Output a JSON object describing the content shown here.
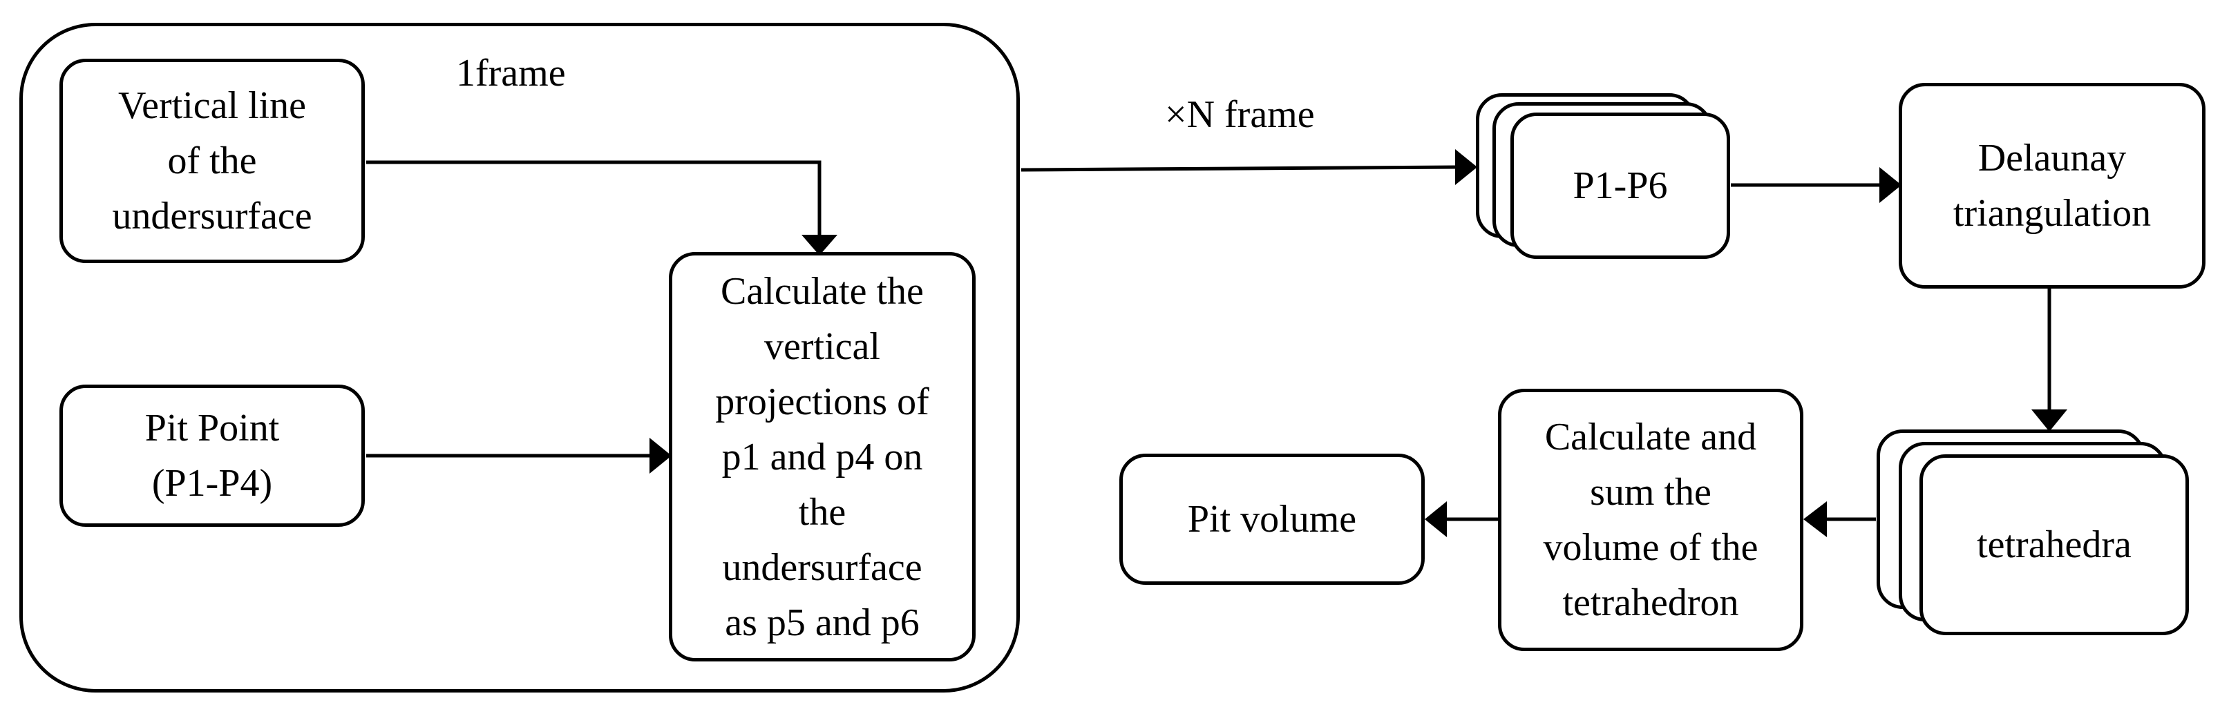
{
  "frame": {
    "label": "1frame"
  },
  "boxes": {
    "vertical_line": "Vertical line\nof the\nundersurface",
    "pit_point": "Pit Point\n(P1-P4)",
    "calculate_projections": "Calculate the\nvertical\nprojections of\np1 and p4 on\nthe\nundersurface\nas p5 and p6",
    "p1_p6": "P1-P6",
    "delaunay": "Delaunay\ntriangulation",
    "tetrahedra": "tetrahedra",
    "sum_volume": "Calculate and\nsum the\nvolume of the\ntetrahedron",
    "pit_volume": "Pit volume"
  },
  "edges": {
    "multiplier_label": "×N  frame"
  }
}
